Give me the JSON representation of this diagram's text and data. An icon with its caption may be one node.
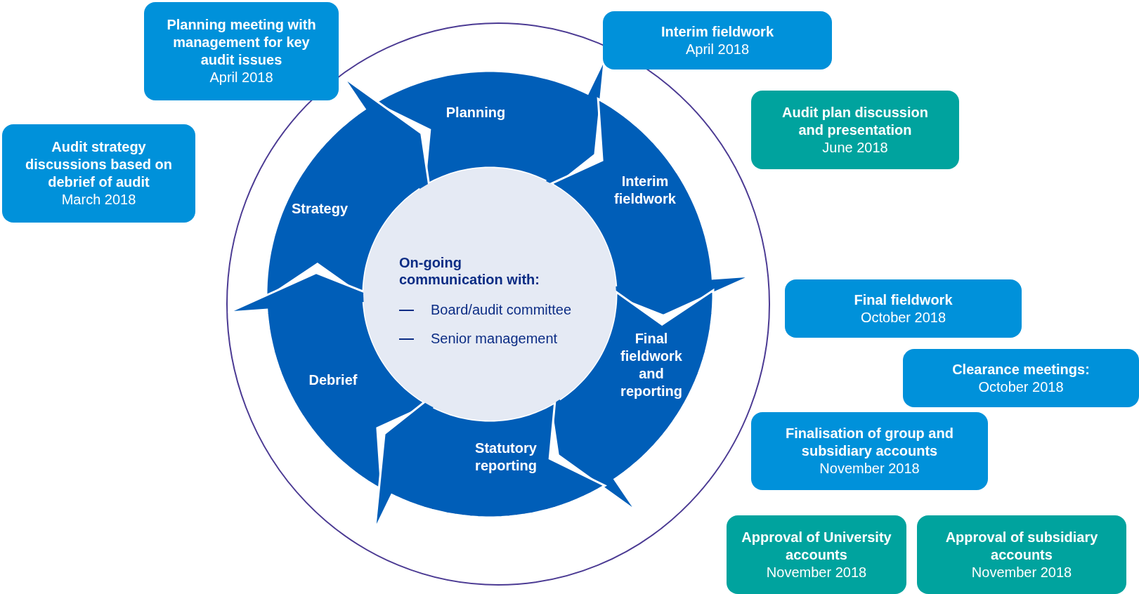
{
  "diagram": {
    "nodes": [
      {
        "text": [
          "Planning meeting with management for key audit issues",
          "April 2018"
        ]
      },
      {
        "text": [
          "Interim fieldwork",
          "April 2018"
        ]
      },
      {
        "text": [
          "Audit strategy discussions based on debrief of audit",
          "March 2018"
        ]
      },
      {
        "text": [
          "Audit plan discussion and presentation",
          "June 2018"
        ]
      },
      {
        "text": [
          "Planning"
        ]
      },
      {
        "text": [
          "Strategy"
        ]
      },
      {
        "text": [
          "Interim fieldwork"
        ]
      },
      {
        "text": [
          "On-going communication with:",
          "Board/audit committee",
          "Senior management"
        ]
      },
      {
        "text": [
          "Final fieldwork and reporting"
        ]
      },
      {
        "text": [
          "Debrief"
        ]
      },
      {
        "text": [
          "Statutory reporting"
        ]
      },
      {
        "text": [
          "Final fieldwork",
          "October 2018"
        ]
      },
      {
        "text": [
          "Clearance meetings:",
          "October 2018"
        ]
      },
      {
        "text": [
          "Finalisation of group and subsidiary accounts",
          "November 2018"
        ]
      },
      {
        "text": [
          "Approval of University accounts",
          "November 2018"
        ]
      },
      {
        "text": [
          "Approval of subsidiary accounts",
          "November 2018"
        ]
      }
    ]
  }
}
